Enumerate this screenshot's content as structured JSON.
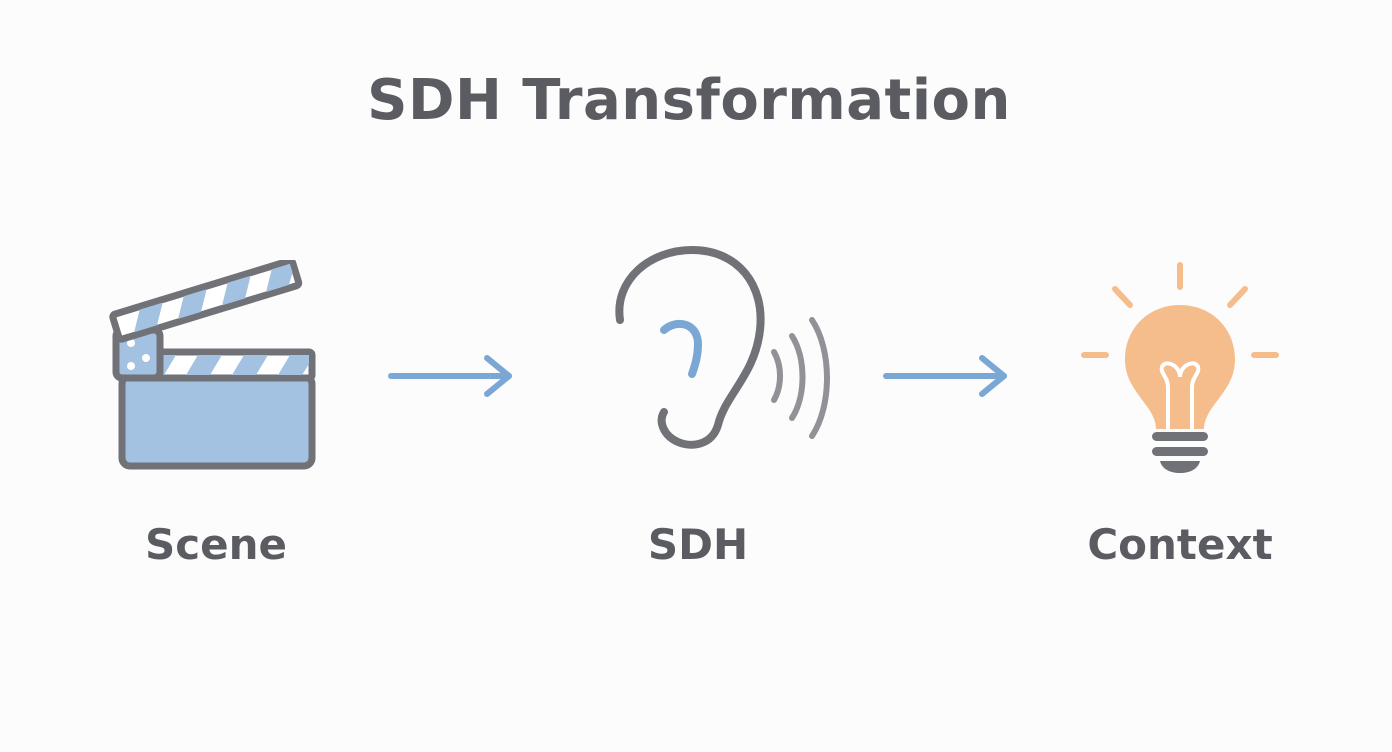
{
  "title": "SDH Transformation",
  "steps": [
    {
      "label": "Scene",
      "icon": "clapperboard-icon"
    },
    {
      "label": "SDH",
      "icon": "ear-sound-icon"
    },
    {
      "label": "Context",
      "icon": "lightbulb-icon"
    }
  ],
  "colors": {
    "background": "#fcfcfd",
    "text": "#5b5c61",
    "accent_blue": "#7ba7d4",
    "icon_fill_blue": "#a3c1e0",
    "stroke_gray": "#707277",
    "bulb_orange": "#f5bd8c"
  }
}
